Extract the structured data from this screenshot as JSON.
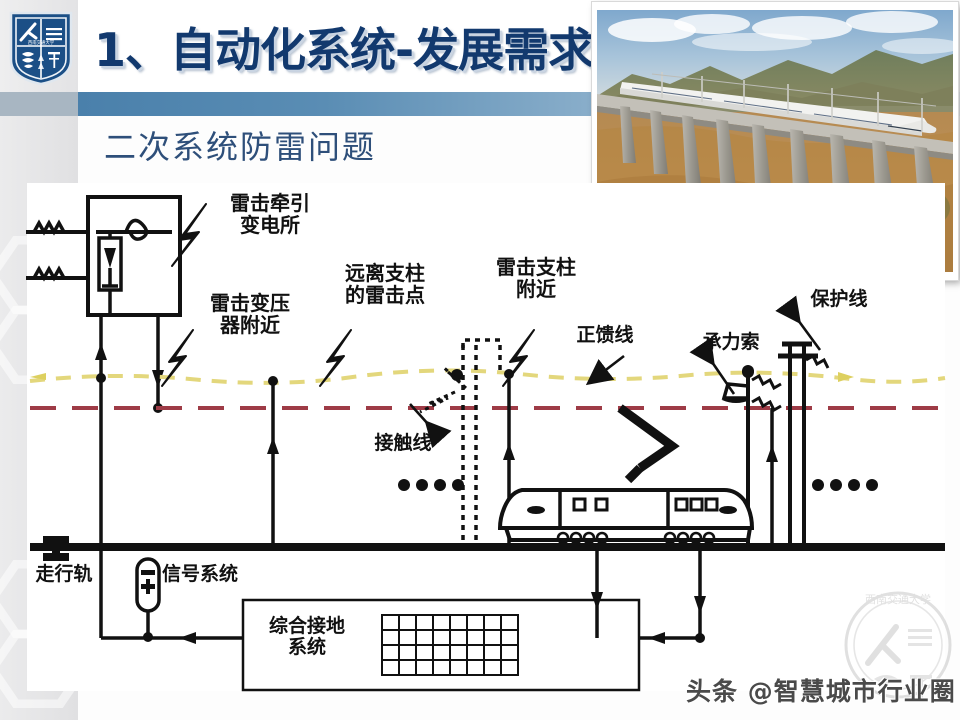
{
  "slide": {
    "number_title": "1、自动化系统-发展需求",
    "subtitle": "二次系统防雷问题",
    "logo_name": "southwest-jiaotong-university-shield",
    "accent_blue": "#12396e",
    "band_blue": "#4a80ab",
    "watermark": "头条 @智慧城市行业圈"
  },
  "photo": {
    "caption": "high-speed-train-on-viaduct"
  },
  "diagram": {
    "labels": {
      "substation": "雷击牵引\n变电所",
      "transformer": "雷击变压\n器附近",
      "far_strike_point": "远离支柱\n的雷击点",
      "near_pole": "雷击支柱\n附近",
      "positive_feeder": "正馈线",
      "messenger_wire": "承力索",
      "protection_wire": "保护线",
      "contact_wire": "接触线",
      "running_rail": "走行轨",
      "signal_system": "信号系统",
      "integrated_grounding": "综合接地\n系统"
    },
    "colors": {
      "catenary_yellow": "#e8dc7a",
      "contact_red": "#9e3b46",
      "line_black": "#111111"
    },
    "grounding_grid": {
      "cols": 8,
      "rows": 4
    },
    "ellipsis_dots": 4
  }
}
